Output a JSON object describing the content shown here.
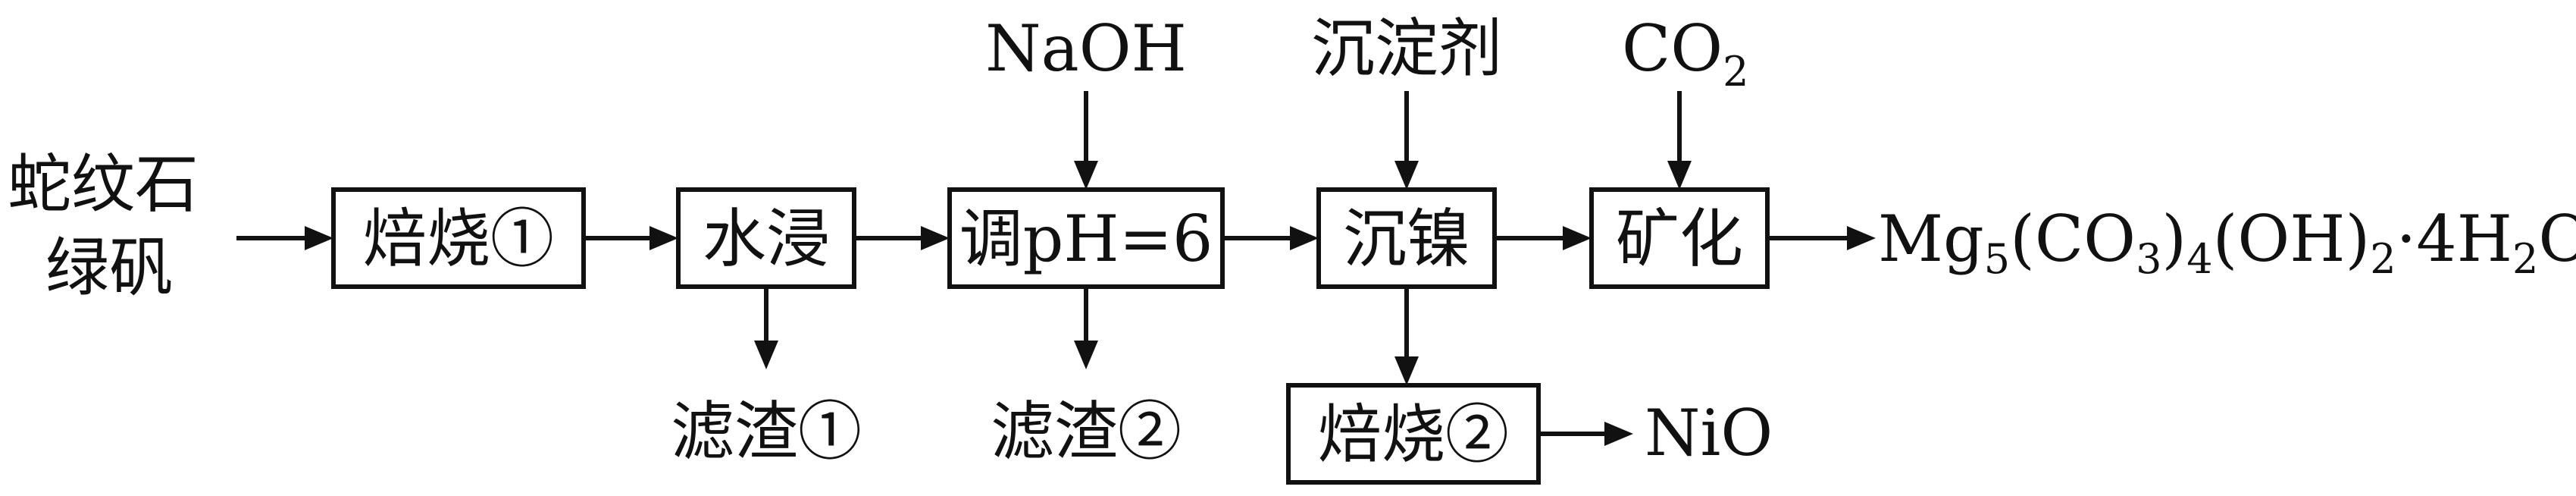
{
  "raw_material": {
    "line1": "蛇纹石",
    "line2": "绿矾"
  },
  "steps": {
    "roast1": "焙烧①",
    "water_leach": "水浸",
    "adjust_ph": "调pH=6",
    "precip_ni": "沉镍",
    "mineralize": "矿化",
    "roast2": "焙烧②"
  },
  "reagents": {
    "naoh": "NaOH",
    "precipitant": "沉淀剂",
    "co2": {
      "main": "CO",
      "sub": "2"
    }
  },
  "residues": {
    "residue1": "滤渣①",
    "residue2": "滤渣②"
  },
  "products": {
    "mg_carbonate": {
      "p1": "Mg",
      "s1": "5",
      "p2": "(CO",
      "s2": "3",
      "p3": ")",
      "s3": "4",
      "p4": "(OH)",
      "s4": "2",
      "p5": "·4H",
      "s5": "2",
      "p6": "O"
    },
    "nio": "NiO"
  }
}
